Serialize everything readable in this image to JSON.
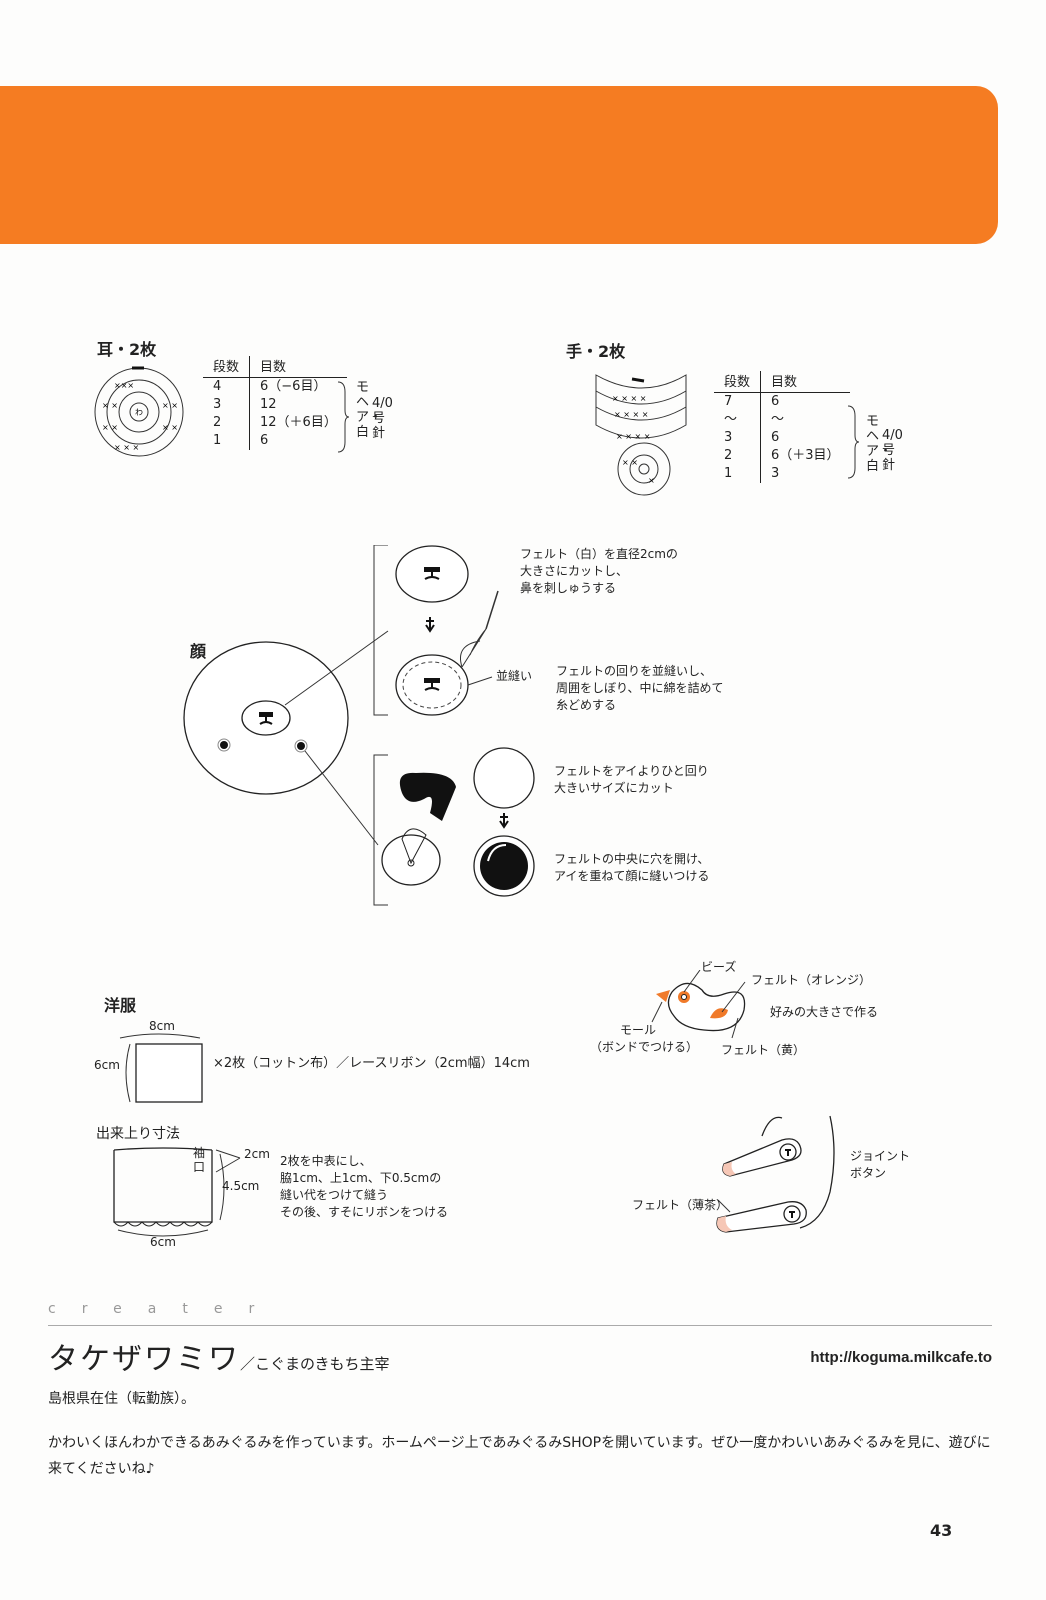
{
  "ear": {
    "title": "耳・2枚",
    "headers": [
      "段数",
      "目数"
    ],
    "rows": [
      [
        "4",
        "6（−6目）"
      ],
      [
        "3",
        "12"
      ],
      [
        "2",
        "12（＋6目）"
      ],
      [
        "1",
        "6"
      ]
    ],
    "yarn": [
      "モヘア・白",
      "4/0号針"
    ]
  },
  "hand": {
    "title": "手・2枚",
    "headers": [
      "段数",
      "目数"
    ],
    "rows": [
      [
        "7",
        "6"
      ],
      [
        "〜",
        "〜"
      ],
      [
        "3",
        "6"
      ],
      [
        "2",
        "6（＋3目）"
      ],
      [
        "1",
        "3"
      ]
    ],
    "yarn": [
      "モヘア・白",
      "4/0号針"
    ]
  },
  "face": {
    "title": "顔",
    "note1": [
      "フェルト（白）を直径2cmの",
      "大きさにカットし、",
      "鼻を刺しゅうする"
    ],
    "running_stitch": "並縫い",
    "note2": [
      "フェルトの回りを並縫いし、",
      "周囲をしぼり、中に綿を詰めて",
      "糸どめする"
    ],
    "note3": [
      "フェルトをアイよりひと回り",
      "大きいサイズにカット"
    ],
    "note4": [
      "フェルトの中央に穴を開け、",
      "アイを重ねて顔に縫いつける"
    ]
  },
  "clothes": {
    "title": "洋服",
    "width": "8cm",
    "height": "6cm",
    "spec": "×2枚（コットン布）／レースリボン（2cm幅）14cm",
    "finished_title": "出来上り寸法",
    "sleeve": "袖口",
    "d_2cm": "2cm",
    "d_45cm": "4.5cm",
    "d_6cm": "6cm",
    "instructions": [
      "2枚を中表にし、",
      "脇1cm、上1cm、下0.5cmの",
      "縫い代をつけて縫う",
      "その後、すそにリボンをつける"
    ]
  },
  "bird": {
    "beads": "ビーズ",
    "felt_orange": "フェルト（オレンジ）",
    "size_note": "好みの大きさで作る",
    "mole": "モール",
    "mole_note": "（ボンドでつける）",
    "felt_yellow": "フェルト（黄）"
  },
  "joint": {
    "joint_button": [
      "ジョイント",
      "ボタン"
    ],
    "felt_brown": "フェルト（薄茶）"
  },
  "creator": {
    "label": "creater",
    "name": "タケザワミワ",
    "role": "／こぐまのきもち主宰",
    "url": "http://koguma.milkcafe.to",
    "residence": "島根県在住（転勤族）。",
    "bio": "かわいくほんわかできるあみぐるみを作っています。ホームページ上であみぐるみSHOPを開いています。ぜひ一度かわいいあみぐるみを見に、遊びに来てくださいね♪"
  },
  "page_number": "43",
  "colors": {
    "banner": "#f57c22",
    "accent": "#f07a2a",
    "pink": "#f6c7b6"
  }
}
